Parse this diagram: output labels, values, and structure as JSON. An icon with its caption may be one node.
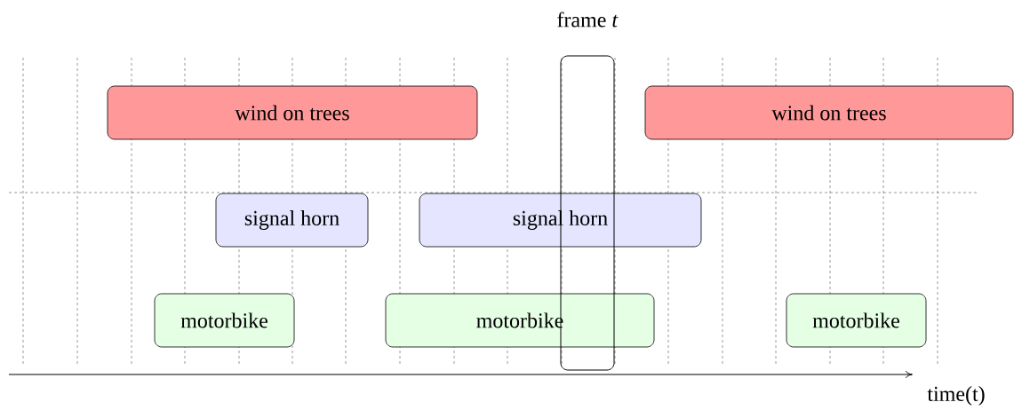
{
  "diagram": {
    "nodes": [
      {
        "text": [
          "wind on trees"
        ]
      },
      {
        "text": [
          "wind on trees"
        ]
      },
      {
        "text": [
          "signal horn"
        ]
      },
      {
        "text": [
          "signal horn"
        ]
      },
      {
        "text": [
          "motorbike"
        ]
      },
      {
        "text": [
          "motorbike"
        ]
      },
      {
        "text": [
          "motorbike"
        ]
      },
      {
        "text": [
          "frame *t*"
        ]
      }
    ],
    "labels": [
      "time(t)"
    ]
  }
}
